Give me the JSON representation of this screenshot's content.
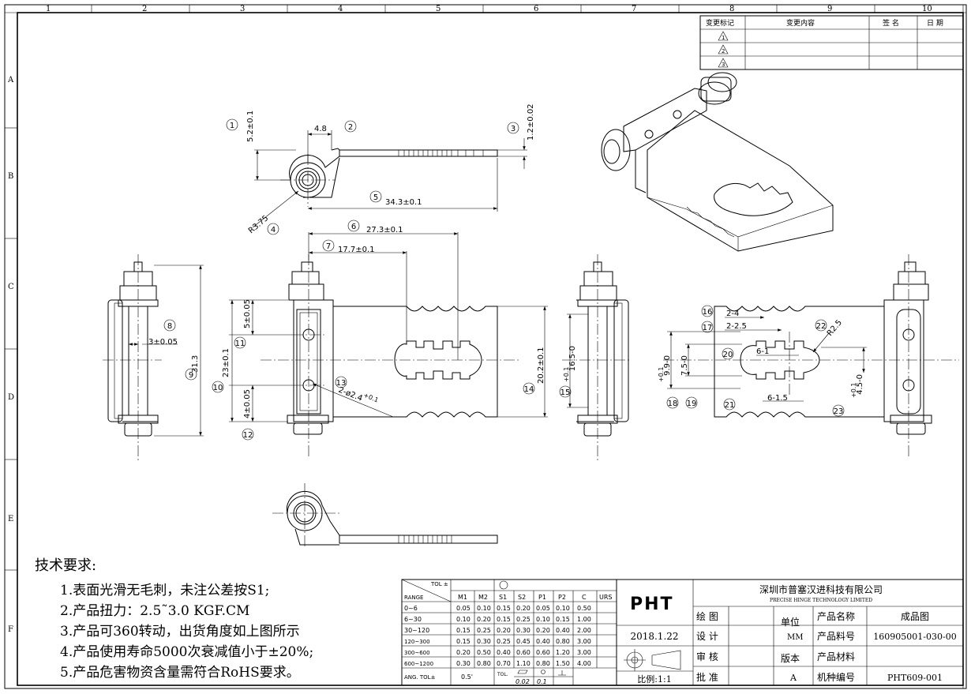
{
  "zone_columns": [
    "1",
    "2",
    "3",
    "4",
    "5",
    "6",
    "7",
    "8",
    "9",
    "10"
  ],
  "zone_rows": [
    "A",
    "B",
    "C",
    "D",
    "E",
    "F"
  ],
  "revision_table": {
    "headers": [
      "变更标记",
      "变更内容",
      "签 名",
      "日 期"
    ],
    "marks": [
      "1",
      "2",
      "3"
    ]
  },
  "dimensions": {
    "d1": "5.2±0.1",
    "d2": "4.8",
    "d3": "1.2±0.02",
    "d4": "R3.75",
    "d5": "34.3±0.1",
    "d6": "27.3±0.1",
    "d7": "17.7±0.1",
    "d8": "3±0.05",
    "d9": "31.3",
    "d10": "23±0.1",
    "d11": "5±0.05",
    "d12": "4±0.05",
    "d13": "2-ø2.4",
    "d13_tol": "+0.1",
    "d14": "20.2±0.1",
    "d15": "16.5-0",
    "d15_tol": "+0.1",
    "d16": "2-4",
    "d17": "2-2.5",
    "d18": "9.9-0",
    "d18_tol": "+0.1",
    "d19": "7.5-0",
    "d20": "6-1",
    "d21": "6-1.5",
    "d22": "R2.5",
    "d23": "4.5-0",
    "d23_tol": "+0.1"
  },
  "balloons": [
    "1",
    "2",
    "3",
    "4",
    "5",
    "6",
    "7",
    "8",
    "9",
    "10",
    "11",
    "12",
    "13",
    "14",
    "15",
    "16",
    "17",
    "18",
    "19",
    "20",
    "21",
    "22",
    "23"
  ],
  "requirements": {
    "title": "技术要求:",
    "items": [
      "1.表面光滑无毛刺，未注公差按S1;",
      "2.产品扭力：2.5˜3.0 KGF.CM",
      "3.产品可360转动，出货角度如上图所示",
      "4.产品使用寿命5000次衰减值小于±20%;",
      "5.产品危害物资含量需符合RoHS要求。"
    ]
  },
  "tolerance_table": {
    "tol_label": "TOL ±",
    "range_label": "RANGE",
    "columns": [
      "M1",
      "M2",
      "S1",
      "S2",
      "P1",
      "P2",
      "C",
      "URS"
    ],
    "rows": [
      [
        "0~6",
        "0.05",
        "0.10",
        "0.15",
        "0.20",
        "0.05",
        "0.10",
        "0.50",
        ""
      ],
      [
        "6~30",
        "0.10",
        "0.20",
        "0.15",
        "0.25",
        "0.10",
        "0.15",
        "1.00",
        ""
      ],
      [
        "30~120",
        "0.15",
        "0.25",
        "0.20",
        "0.30",
        "0.20",
        "0.40",
        "2.00",
        ""
      ],
      [
        "120~300",
        "0.15",
        "0.30",
        "0.25",
        "0.45",
        "0.40",
        "0.80",
        "3.00",
        ""
      ],
      [
        "300~600",
        "0.20",
        "0.50",
        "0.40",
        "0.60",
        "0.60",
        "1.20",
        "3.00",
        ""
      ],
      [
        "600~1200",
        "0.30",
        "0.80",
        "0.70",
        "1.10",
        "0.80",
        "1.50",
        "4.00",
        ""
      ]
    ],
    "ang_label": "ANG.  TOL±",
    "ang_value": "0.5'",
    "tol_small": "TOL.",
    "flat_val": "0.02",
    "round_val": "0.1"
  },
  "title_block": {
    "logo": "PHT",
    "company_cn": "深圳市普塞汉进科技有限公司",
    "company_en": "PRECISE HINGE TECHNOLOGY LIMITED",
    "date": "2018.1.22",
    "scale": "比例:1:1",
    "labels": {
      "draw": "绘  图",
      "design": "设  计",
      "review": "审  核",
      "approve": "批  准",
      "unit": "单位",
      "version": "版本",
      "product_name": "产品名称",
      "part_no": "产品料号",
      "material": "产品材料",
      "machine_no": "机种编号"
    },
    "values": {
      "unit": "MM",
      "version": "A",
      "product_name": "成品图",
      "part_no": "160905001-030-00",
      "material": "",
      "machine_no": "PHT609-001"
    }
  }
}
